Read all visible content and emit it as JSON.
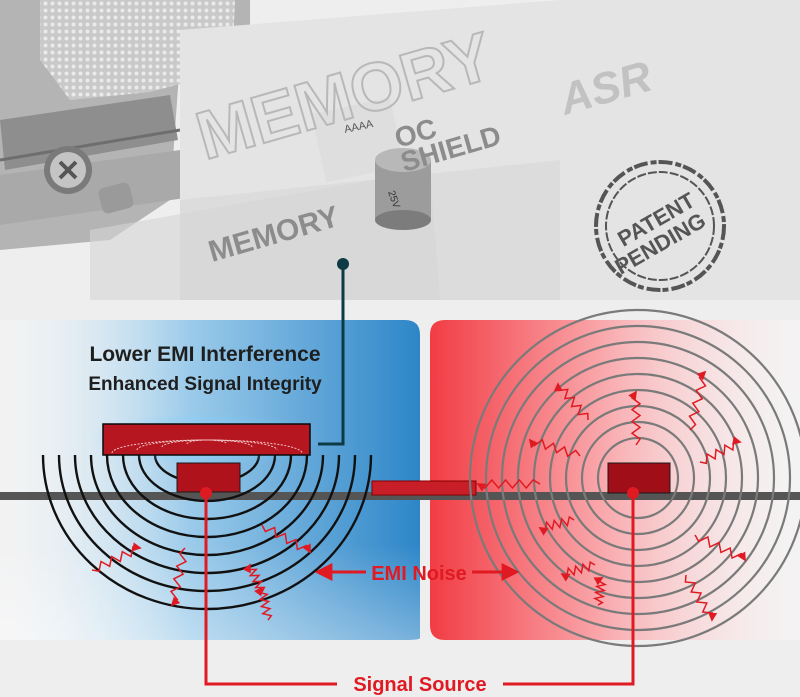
{
  "board": {
    "memory_big": "MEMORY",
    "memory_small": "MEMORY",
    "oc": "OC",
    "shield": "SHIELD",
    "brand": "ASR",
    "cap_top": "AAAA",
    "cap_text": "25V"
  },
  "stamp": {
    "line1": "PATENT",
    "line2": "PENDING"
  },
  "left_panel": {
    "title": "Lower EMI Interference",
    "subtitle": "Enhanced Signal Integrity"
  },
  "labels": {
    "emi_noise": "EMI Noise",
    "signal_source": "Signal Source"
  },
  "colors": {
    "blue_panel": "#2d86c8",
    "red_panel": "#f23c44",
    "accent_red": "#e01a22",
    "component_red": "#a4101a",
    "dark_teal": "#0e3a45"
  }
}
